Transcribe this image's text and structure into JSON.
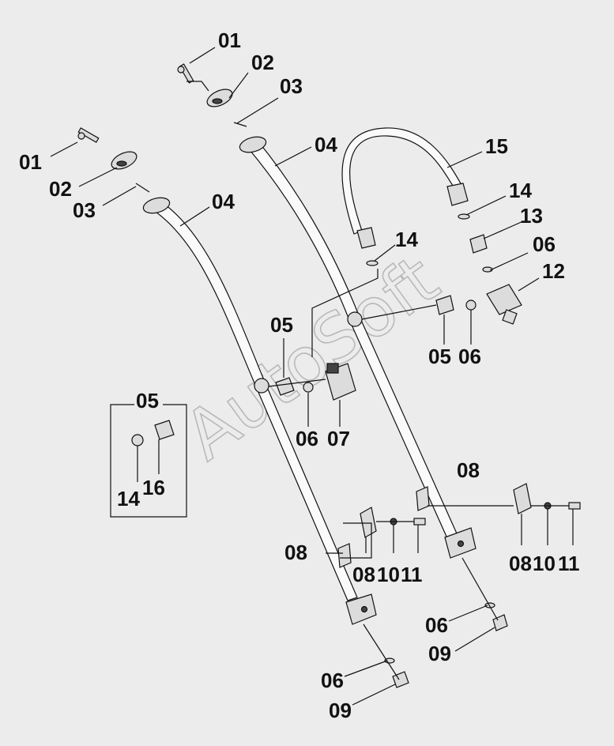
{
  "watermark": "AutoSoft",
  "callouts": {
    "a01": "01",
    "a02": "02",
    "a03": "03",
    "a04": "04",
    "b01": "01",
    "b02": "02",
    "b03": "03",
    "b04": "04",
    "c05": "05",
    "c06": "06",
    "c07": "07",
    "d05": "05",
    "d06": "06",
    "d12": "12",
    "d14a": "14",
    "d14b": "14",
    "d13": "13",
    "d06b": "06",
    "d15": "15",
    "box05": "05",
    "box14": "14",
    "box16": "16",
    "e08": "08",
    "e08b": "08",
    "e10": "10",
    "e11": "11",
    "f08": "08",
    "f08b": "08",
    "f10": "10",
    "f11": "11",
    "g06": "06",
    "g09": "09",
    "h06": "06",
    "h09": "09"
  },
  "colors": {
    "background": "#ececec",
    "ink": "#111111",
    "watermark": "#b9b9b9"
  }
}
